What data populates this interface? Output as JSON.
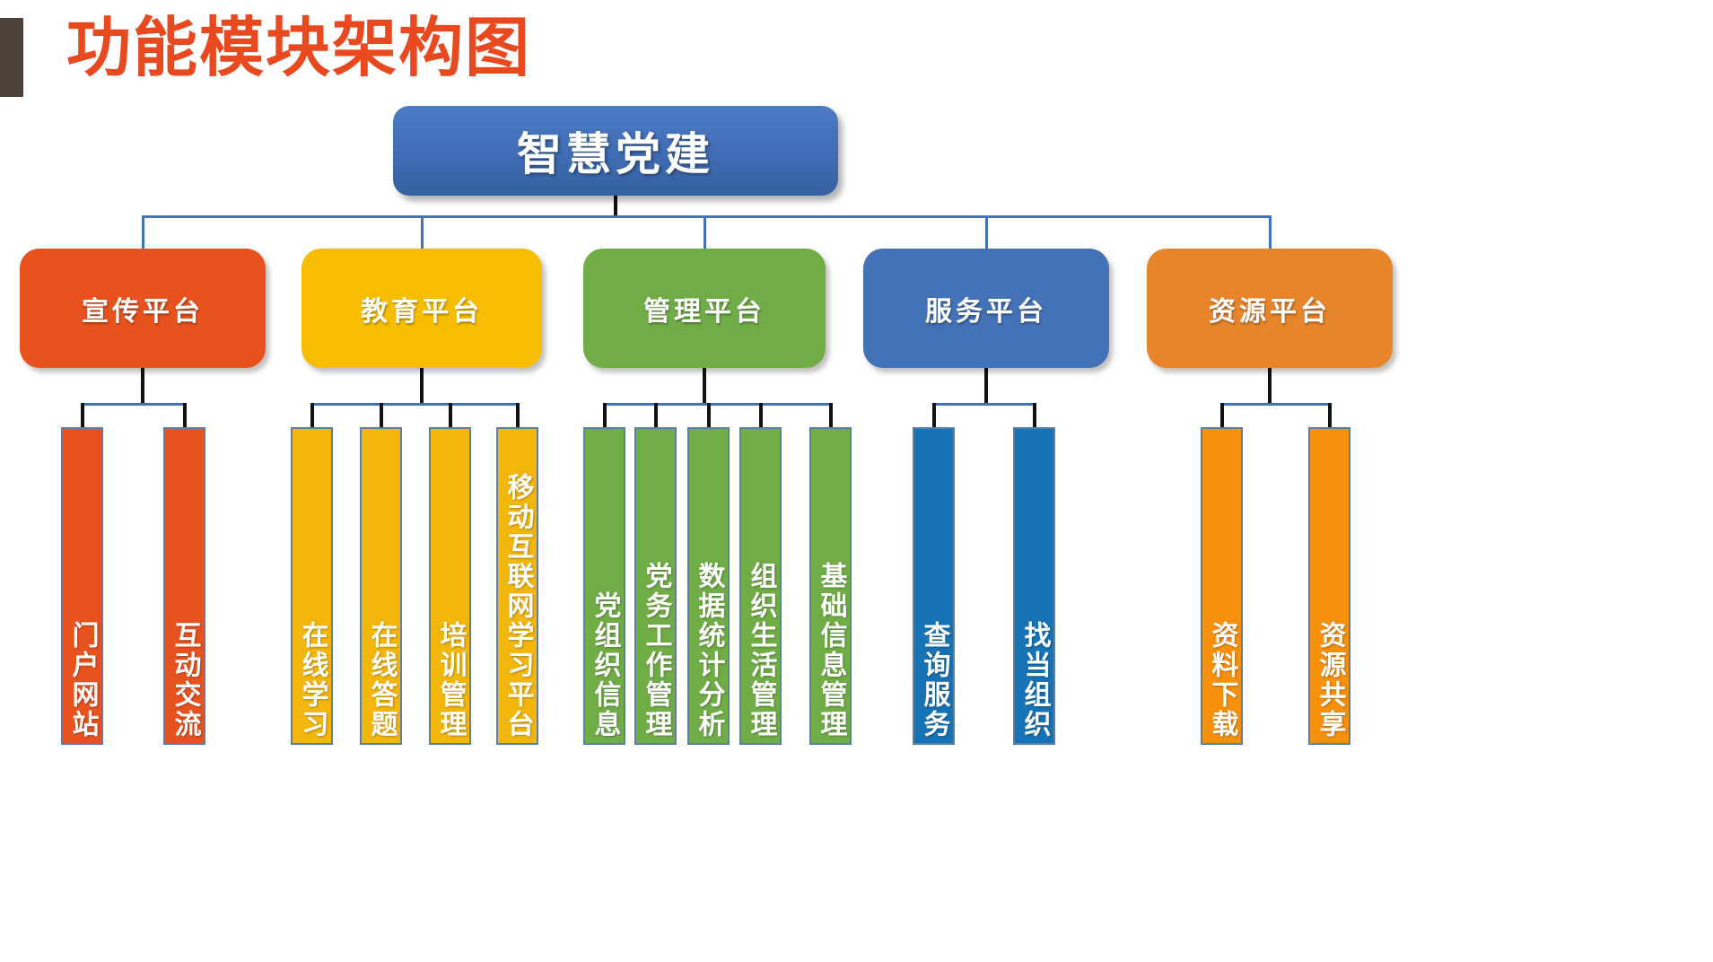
{
  "page": {
    "title": "功能模块架构图",
    "accent_bar_color": "#4d4239",
    "title_color": "#e8491f",
    "background": "#ffffff",
    "connector_color": "#4472b6",
    "drop_color": "#111111"
  },
  "root": {
    "label": "智慧党建",
    "color": "#4472b6"
  },
  "platforms": [
    {
      "label": "宣传平台",
      "color": "#e8521f",
      "leaf_color": "#e8521f",
      "children": [
        {
          "label": "门户网站"
        },
        {
          "label": "互动交流"
        }
      ]
    },
    {
      "label": "教育平台",
      "color": "#f7bd00",
      "leaf_color": "#f2b60c",
      "children": [
        {
          "label": "在线学习"
        },
        {
          "label": "在线答题"
        },
        {
          "label": "培训管理"
        },
        {
          "label": "移动互联网学习平台"
        }
      ]
    },
    {
      "label": "管理平台",
      "color": "#71ad47",
      "leaf_color": "#71ad47",
      "children": [
        {
          "label": "党组织信息"
        },
        {
          "label": "党务工作管理"
        },
        {
          "label": "数据统计分析"
        },
        {
          "label": "组织生活管理"
        },
        {
          "label": "基础信息管理"
        }
      ]
    },
    {
      "label": "服务平台",
      "color": "#4472b6",
      "leaf_color": "#1673b6",
      "children": [
        {
          "label": "查询服务"
        },
        {
          "label": "找当组织"
        }
      ]
    },
    {
      "label": "资源平台",
      "color": "#e8842a",
      "leaf_color": "#f7900d",
      "children": [
        {
          "label": "资料下载"
        },
        {
          "label": "资源共享"
        }
      ]
    }
  ]
}
